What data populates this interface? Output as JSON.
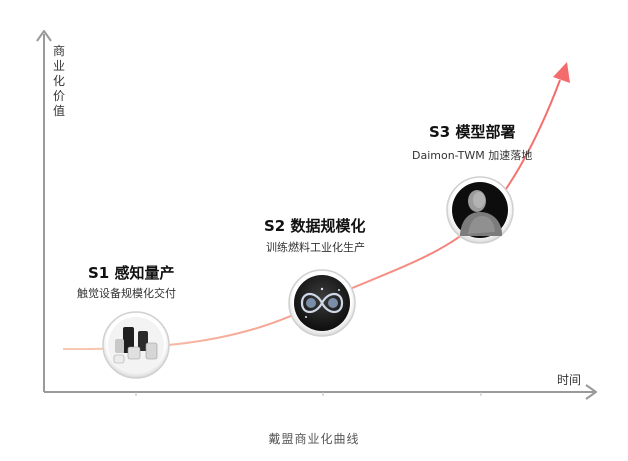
{
  "axes": {
    "y_label": "商业化价值",
    "x_label": "时间"
  },
  "stages": [
    {
      "title": "S1 感知量产",
      "desc": "触觉设备规模化交付",
      "icon": "devices-icon"
    },
    {
      "title": "S2 数据规模化",
      "desc": "训练燃料工业化生产",
      "icon": "infinity-data-icon"
    },
    {
      "title": "S3 模型部署",
      "desc": "Daimon-TWM 加速落地",
      "icon": "humanoid-icon"
    }
  ],
  "caption": "戴盟商业化曲线",
  "colors": {
    "curve_start": "#f7c8b0",
    "curve_end": "#f36b6b",
    "axis": "#9a9a9a"
  }
}
